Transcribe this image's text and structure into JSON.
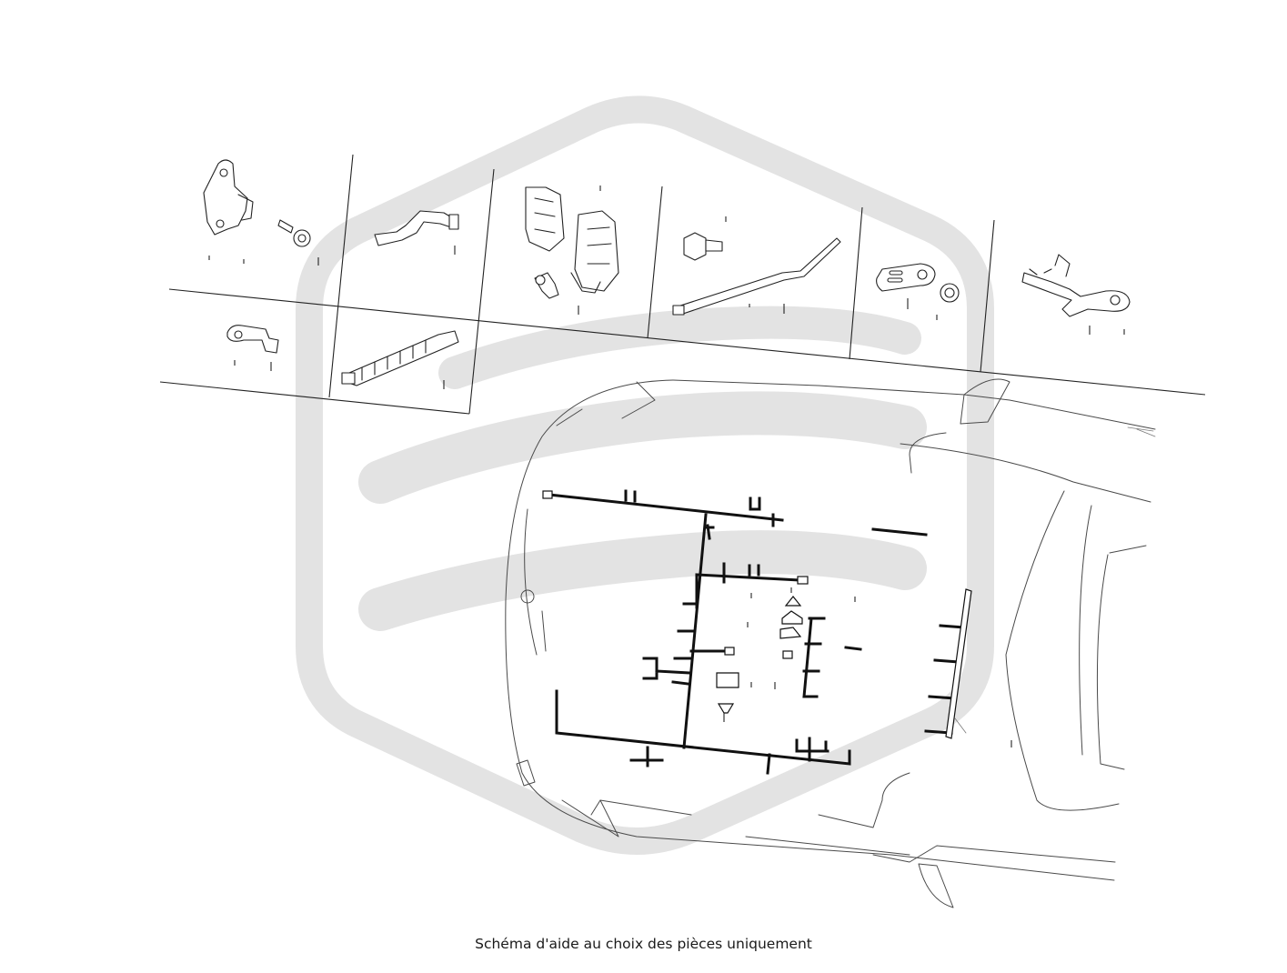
{
  "caption": "Schéma d'aide au choix des pièces uniquement",
  "watermark_icon": "hexagon-logo-icon",
  "parts": [
    {
      "name": "bracket-with-bolt"
    },
    {
      "name": "harness-bracket"
    },
    {
      "name": "harness-clips-set"
    },
    {
      "name": "bolt-and-cable-tie"
    },
    {
      "name": "bracket-and-nut"
    },
    {
      "name": "fork-bracket"
    },
    {
      "name": "small-bracket"
    },
    {
      "name": "connector-rail"
    }
  ]
}
